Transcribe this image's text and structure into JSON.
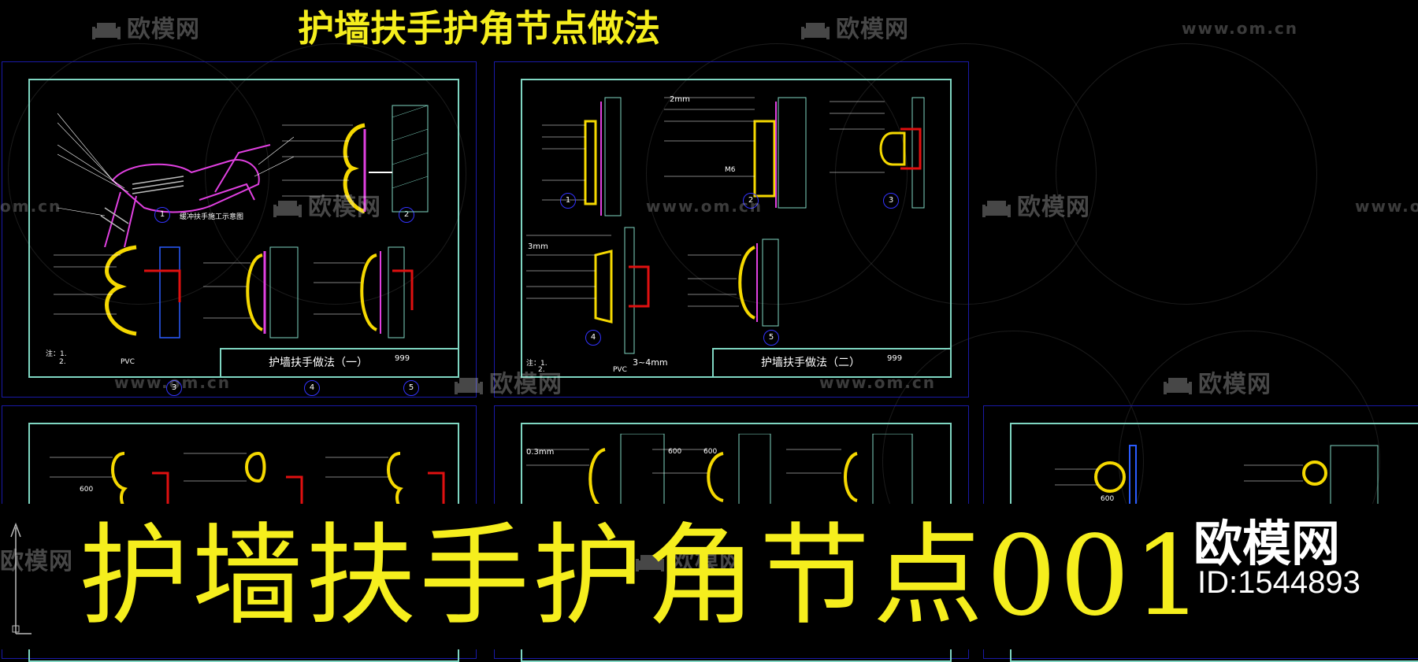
{
  "header": {
    "title": "护墙扶手护角节点做法"
  },
  "banner": {
    "title": "护墙扶手护角节点001",
    "logo": "欧模网",
    "id_label": "ID:1544893"
  },
  "watermark": {
    "brand": "欧模网",
    "url": "www.om.cn",
    "url_partial": "om.cn"
  },
  "sheets": [
    {
      "title": "护墙扶手做法（一）",
      "code": "999",
      "iso_caption": "缓冲扶手施工示意图",
      "notes": [
        "注：1.",
        "2."
      ],
      "note_text": [
        "PVC"
      ],
      "details": [
        "1",
        "2",
        "3",
        "4",
        "5"
      ]
    },
    {
      "title": "护墙扶手做法（二）",
      "code": "999",
      "notes": [
        "注：1.",
        "2."
      ],
      "note_text": [
        "3~4mm",
        "PVC"
      ],
      "dim_labels": [
        "2mm",
        "3mm",
        "M6"
      ],
      "details": [
        "1",
        "2",
        "3",
        "4",
        "5"
      ]
    },
    {
      "title": "",
      "dim_labels": [
        "600"
      ]
    },
    {
      "title": "",
      "dim_labels": [
        "0.3mm",
        "600",
        "600"
      ]
    },
    {
      "title": "",
      "dim_labels": [
        "600"
      ]
    }
  ]
}
